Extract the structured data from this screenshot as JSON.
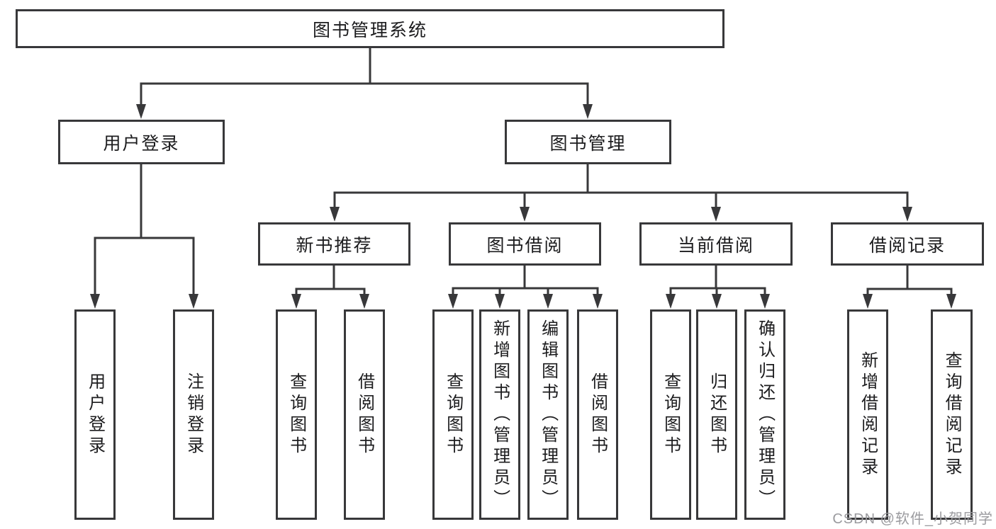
{
  "diagram": {
    "root": "图书管理系统",
    "level2": [
      "用户登录",
      "图书管理"
    ],
    "level3": [
      "新书推荐",
      "图书借阅",
      "当前借阅",
      "借阅记录"
    ],
    "leaves": {
      "user_login": [
        "用户登录",
        "注销登录"
      ],
      "new_book_recommend": [
        "查询图书",
        "借阅图书"
      ],
      "book_borrow": [
        "查询图书",
        "新增图书（管理员）",
        "编辑图书（管理员）",
        "借阅图书"
      ],
      "current_borrow": [
        "查询图书",
        "归还图书",
        "确认归还（管理员）"
      ],
      "borrow_records": [
        "新增借阅记录",
        "查询借阅记录"
      ]
    }
  },
  "watermark": "CSDN @软件_小贺同学",
  "colors": {
    "line": "#38383a",
    "box_border": "#38383a",
    "text": "#1c1c1e",
    "watermark": "#9b9b9f",
    "background": "#ffffff"
  }
}
